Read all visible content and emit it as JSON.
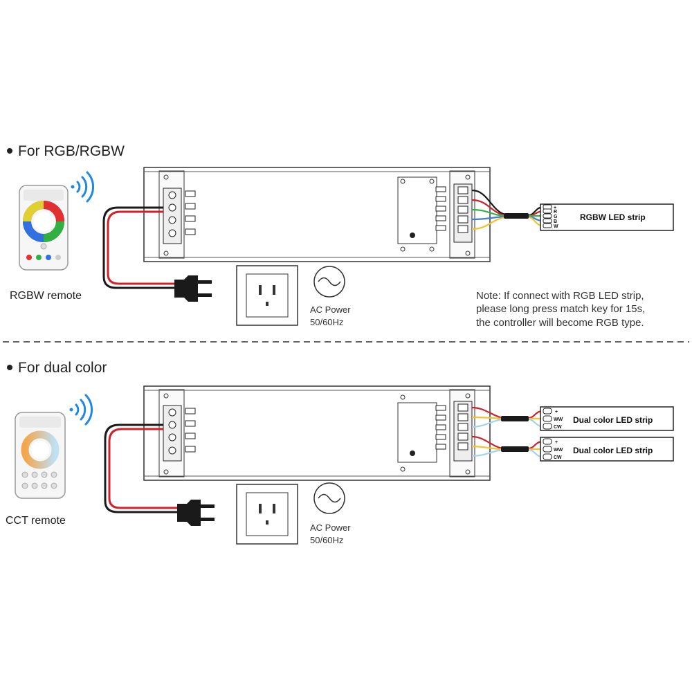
{
  "section_rgbw": {
    "heading": "For RGB/RGBW",
    "remote_label": "RGBW remote",
    "strip_label": "RGBW LED strip",
    "strip_pins": [
      "+",
      "R",
      "G",
      "B",
      "W"
    ],
    "ac_label_1": "AC Power",
    "ac_label_2": "50/60Hz",
    "note_lines": [
      "Note: If connect with RGB LED strip,",
      "please long press match key for 15s,",
      "the controller will become RGB type."
    ]
  },
  "section_dual": {
    "heading": "For dual color",
    "remote_label": "CCT remote",
    "strip_1_label": "Dual color LED strip",
    "strip_2_label": "Dual color LED strip",
    "strip_pins": [
      "+",
      "WW",
      "CW"
    ],
    "ac_label_1": "AC Power",
    "ac_label_2": "50/60Hz"
  },
  "colors": {
    "red_wire": "#d0202a",
    "black_wire": "#1a1a1a",
    "green_wire": "#2fb24a",
    "blue_wire": "#3b7fd6",
    "yellow_wire": "#f2c230",
    "lightblue_wire": "#9fd4ef",
    "wifi_blue": "#1e88e5"
  }
}
